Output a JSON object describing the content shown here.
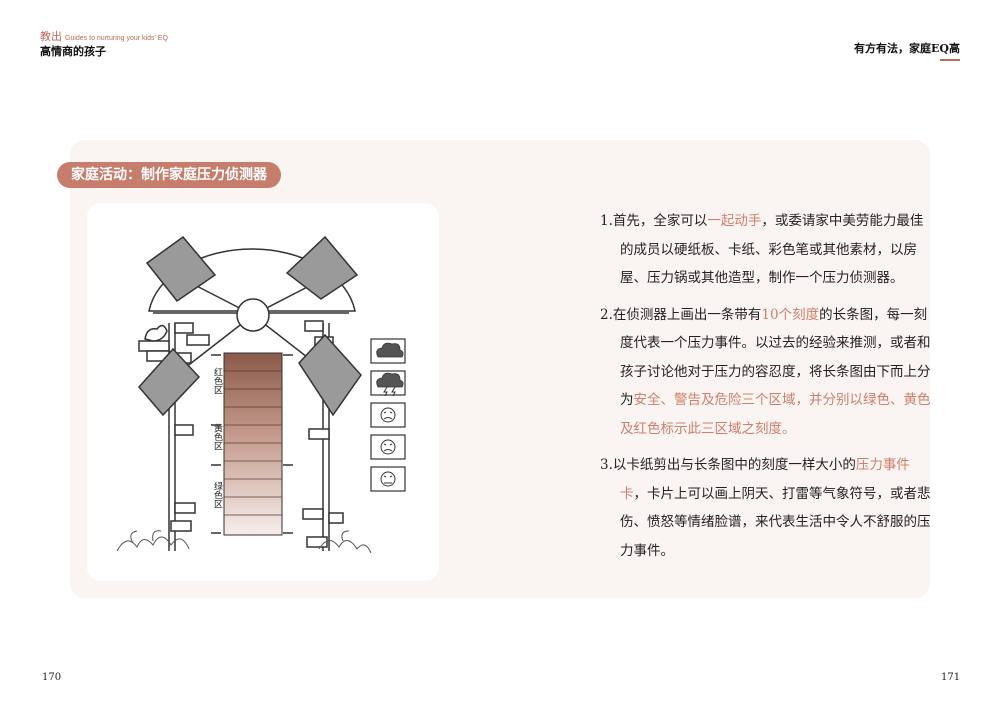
{
  "header": {
    "series": "教出",
    "series_en": "Guides to nurturing your kids' EQ",
    "book_title": "高情商的孩子",
    "right_title": "有方有法，家庭EQ高"
  },
  "section_title": "家庭活动：制作家庭压力侦测器",
  "illustration": {
    "zone_labels": [
      "红色区",
      "黄色区",
      "绿色区"
    ],
    "icons": [
      "cloudy-icon",
      "thunderstorm-icon",
      "sad-face-icon",
      "angry-face-icon",
      "upset-face-icon"
    ]
  },
  "steps": [
    {
      "num": "1.",
      "parts": [
        {
          "t": "首先，全家可以",
          "hl": false
        },
        {
          "t": "一起动手",
          "hl": true
        },
        {
          "t": "，或委请家中美劳能力最佳的成员以硬纸板、卡纸、彩色笔或其他素材，以房屋、压力锅或其他造型，制作一个压力侦测器。",
          "hl": false
        }
      ]
    },
    {
      "num": "2.",
      "parts": [
        {
          "t": "在侦测器上画出一条带有",
          "hl": false
        },
        {
          "t": "10个刻度",
          "hl": true
        },
        {
          "t": "的长条图，每一刻度代表一个压力事件。以过去的经验来推测，或者和孩子讨论他对于压力的容忍度，将长条图由下而上分为",
          "hl": false
        },
        {
          "t": "安全、警告及危险三个区域，并分别以绿色、黄色及红色标示此三区域之刻度。",
          "hl": true
        }
      ]
    },
    {
      "num": "3.",
      "parts": [
        {
          "t": "以卡纸剪出与长条图中的刻度一样大小的",
          "hl": false
        },
        {
          "t": "压力事件卡",
          "hl": true
        },
        {
          "t": "，卡片上可以画上阴天、打雷等气象符号，或者悲伤、愤怒等情绪脸谱，来代表生活中令人不舒服的压力事件。",
          "hl": false
        }
      ]
    }
  ],
  "page_left": "170",
  "page_right": "171",
  "colors": {
    "accent": "#c67d6c",
    "highlight": "#d07e6c",
    "panel_bg": "#faf5f2"
  }
}
